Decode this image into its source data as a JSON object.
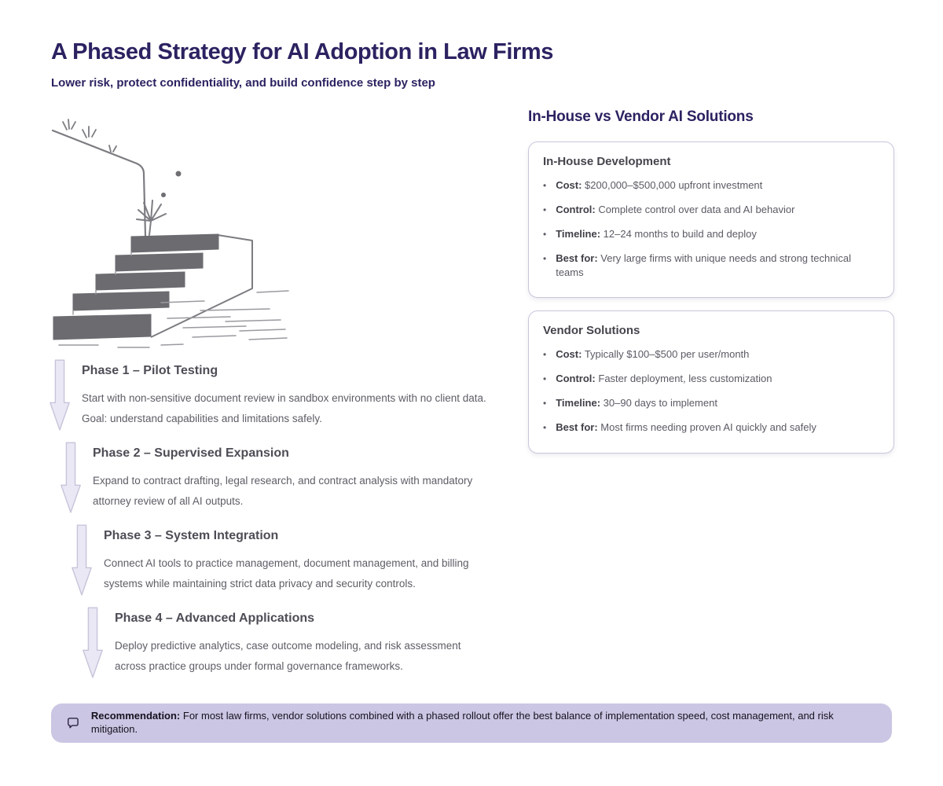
{
  "page": {
    "title": "A Phased Strategy for AI Adoption in Law Firms",
    "subtitle": "Lower risk, protect confidentiality, and build confidence step by step"
  },
  "colors": {
    "accent_dark_purple": "#2c2261",
    "heading_gray": "#45454d",
    "body_gray": "#5d5d66",
    "card_border": "#c9c6dc",
    "arrow_fill": "#e9e8f4",
    "arrow_stroke": "#c7c4da",
    "banner_bg": "#cbc6e3",
    "banner_text": "#16121f",
    "illustration_gray": "#6b6b70"
  },
  "illustration": {
    "name": "staircase-illustration"
  },
  "comparison": {
    "heading": "In-House vs Vendor AI Solutions",
    "cards": [
      {
        "title": "In-House Development",
        "bullets": [
          {
            "label": "Cost:",
            "text": "$200,000–$500,000 upfront investment"
          },
          {
            "label": "Control:",
            "text": "Complete control over data and AI behavior"
          },
          {
            "label": "Timeline:",
            "text": "12–24 months to build and deploy"
          },
          {
            "label": "Best for:",
            "text": "Very large firms with unique needs and strong technical teams"
          }
        ]
      },
      {
        "title": "Vendor Solutions",
        "bullets": [
          {
            "label": "Cost:",
            "text": "Typically $100–$500 per user/month"
          },
          {
            "label": "Control:",
            "text": "Faster deployment, less customization"
          },
          {
            "label": "Timeline:",
            "text": "30–90 days to implement"
          },
          {
            "label": "Best for:",
            "text": "Most firms needing proven AI quickly and safely"
          }
        ]
      }
    ]
  },
  "phases": [
    {
      "title": "Phase 1 – Pilot Testing",
      "description": "Start with non-sensitive document review in sandbox environments with no client data. Goal: understand capabilities and limitations safely."
    },
    {
      "title": "Phase 2 – Supervised Expansion",
      "description": "Expand to contract drafting, legal research, and contract analysis with mandatory attorney review of all AI outputs."
    },
    {
      "title": "Phase 3 – System Integration",
      "description": "Connect AI tools to practice management, document management, and billing systems while maintaining strict data privacy and security controls."
    },
    {
      "title": "Phase 4 – Advanced Applications",
      "description": "Deploy predictive analytics, case outcome modeling, and risk assessment across practice groups under formal governance frameworks."
    }
  ],
  "recommendation": {
    "label": "Recommendation:",
    "text": "For most law firms, vendor solutions combined with a phased rollout offer the best balance of implementation speed, cost management, and risk mitigation."
  }
}
